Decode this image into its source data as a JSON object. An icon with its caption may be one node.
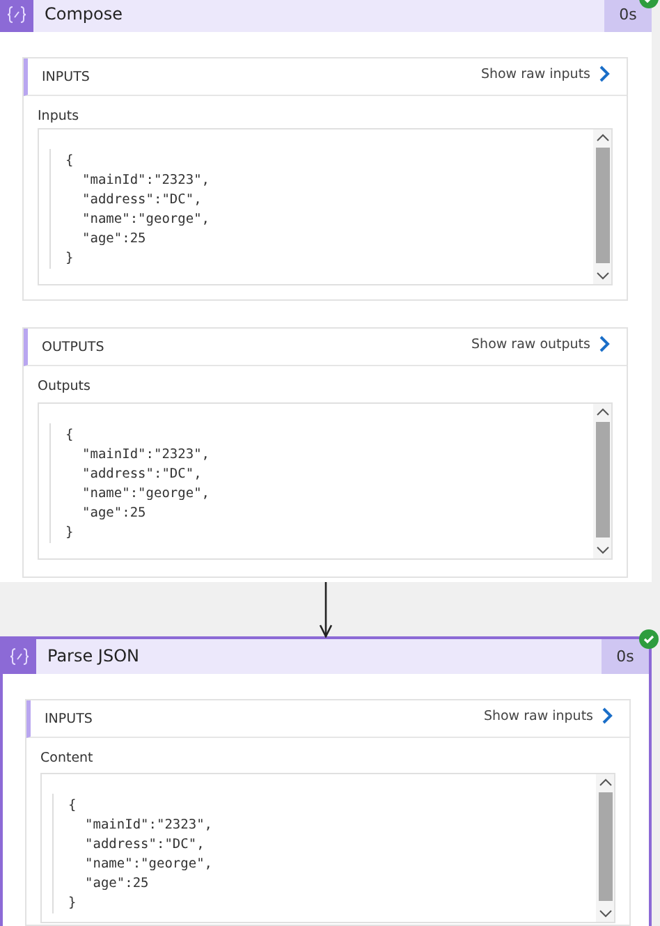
{
  "diagram": {
    "nodes": [
      {
        "text": [
          "Compose",
          "0s"
        ]
      },
      {
        "text": [
          "INPUTS",
          "Show raw inputs",
          "Inputs"
        ],
        "in": 0
      },
      {
        "text": [
          "{",
          "\"mainId\":\"2323\",",
          "\"address\":\"DC\",",
          "\"name\":\"george\",",
          "\"age\":25",
          "}"
        ],
        "in": 1
      },
      {
        "text": [
          "OUTPUTS",
          "Show raw outputs",
          "Outputs"
        ],
        "in": 0
      },
      {
        "text": [
          "{",
          "\"mainId\":\"2323\",",
          "\"address\":\"DC\",",
          "\"name\":\"george\",",
          "\"age\":25",
          "}"
        ],
        "in": 3
      },
      {
        "text": [
          "Parse JSON",
          "0s"
        ]
      },
      {
        "text": [
          "INPUTS",
          "Show raw inputs",
          "Content"
        ],
        "in": 5
      },
      {
        "text": [
          "{",
          "\"mainId\":\"2323\",",
          "\"address\":\"DC\",",
          "\"name\":\"george\",",
          "\"age\":25",
          "}"
        ],
        "in": 6
      }
    ],
    "edges": [
      {
        "from": 0,
        "to": 5,
        "arrow": "to"
      }
    ]
  }
}
